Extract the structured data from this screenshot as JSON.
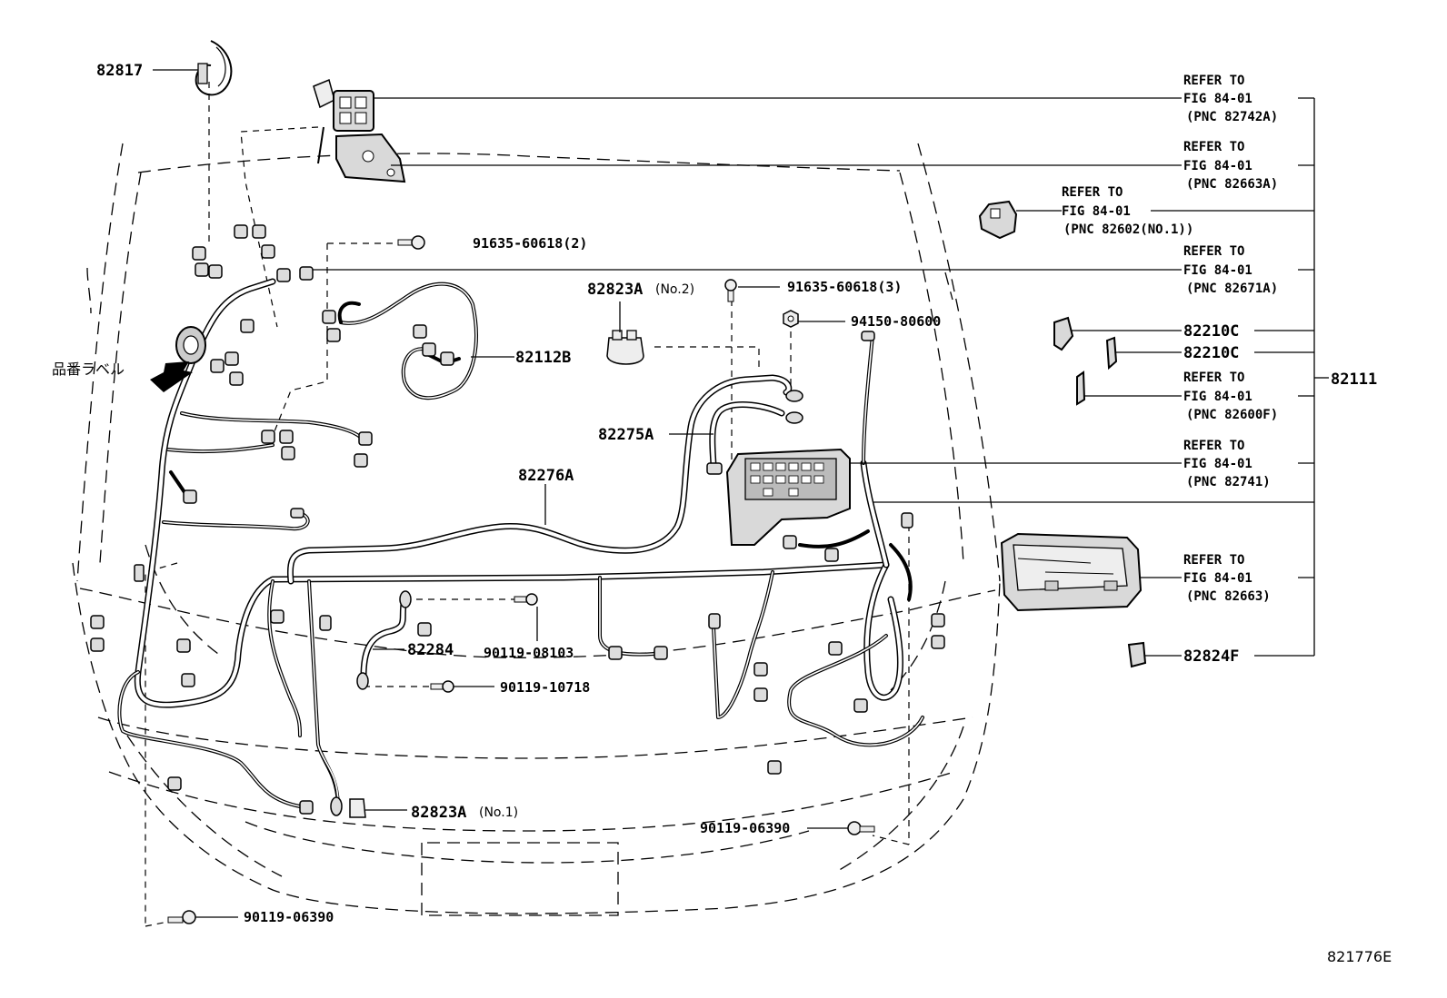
{
  "labels": {
    "p82817": "82817",
    "p82112B": "82112B",
    "p82823A_no2": "82823A",
    "p82823A_no2_suffix": "(No.2)",
    "p82275A": "82275A",
    "p82276A": "82276A",
    "p82284": "82284",
    "p82823A_no1": "82823A",
    "p82823A_no1_suffix": "(No.1)",
    "p82210C_a": "82210C",
    "p82210C_b": "82210C",
    "p82111": "82111",
    "p82824F": "82824F",
    "label_note_jp": "品番ラベル"
  },
  "bolts": {
    "b1": "91635-60618(2)",
    "b2": "91635-60618(3)",
    "b3": "94150-80600",
    "b4": "90119-08103",
    "b5": "90119-10718",
    "b6": "90119-06390",
    "b7": "90119-06390"
  },
  "refs": [
    {
      "l1": "REFER TO",
      "l2": "FIG 84-01",
      "l3": "(PNC 82742A)"
    },
    {
      "l1": "REFER TO",
      "l2": "FIG 84-01",
      "l3": "(PNC 82663A)"
    },
    {
      "l1": "REFER TO",
      "l2": "FIG 84-01",
      "l3": "(PNC 82602(NO.1))"
    },
    {
      "l1": "REFER TO",
      "l2": "FIG 84-01",
      "l3": "(PNC 82671A)"
    },
    {
      "l1": "REFER TO",
      "l2": "FIG 84-01",
      "l3": "(PNC 82600F)"
    },
    {
      "l1": "REFER TO",
      "l2": "FIG 84-01",
      "l3": "(PNC 82741)"
    },
    {
      "l1": "REFER TO",
      "l2": "FIG 84-01",
      "l3": "(PNC 82663)"
    }
  ],
  "figure_number": "821776E"
}
